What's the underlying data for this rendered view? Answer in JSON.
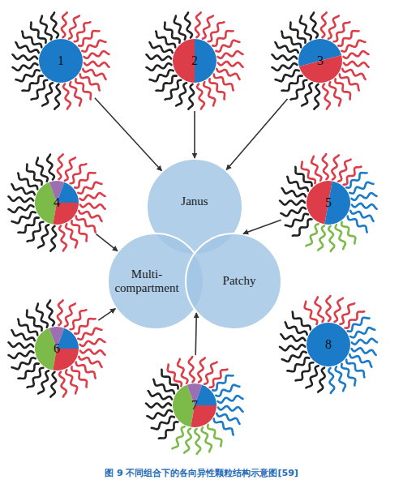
{
  "diagram": {
    "caption": "图 9 不同组合下的各向异性颗粒结构示意图[59]",
    "nodes": [
      {
        "text": [
          "1"
        ]
      },
      {
        "text": [
          "2"
        ]
      },
      {
        "text": [
          "3"
        ]
      },
      {
        "text": [
          "Janus"
        ]
      },
      {
        "text": [
          "4"
        ]
      },
      {
        "text": [
          "5"
        ]
      },
      {
        "text": [
          "Multi- compartment"
        ]
      },
      {
        "text": [
          "Patchy"
        ]
      },
      {
        "text": [
          "6"
        ]
      },
      {
        "text": [
          "8"
        ]
      },
      {
        "text": [
          "7"
        ]
      }
    ],
    "edges": [
      {
        "from": 0,
        "to": 3,
        "arrow": "to"
      },
      {
        "from": 1,
        "to": 3,
        "arrow": "to"
      },
      {
        "from": 2,
        "to": 3,
        "arrow": "to"
      },
      {
        "from": 4,
        "to": 6,
        "arrow": "to"
      },
      {
        "from": 5,
        "to": 7,
        "arrow": "to"
      },
      {
        "from": 8,
        "to": 6,
        "arrow": "to"
      },
      {
        "from": 10,
        "to": 7,
        "arrow": "to"
      }
    ]
  }
}
